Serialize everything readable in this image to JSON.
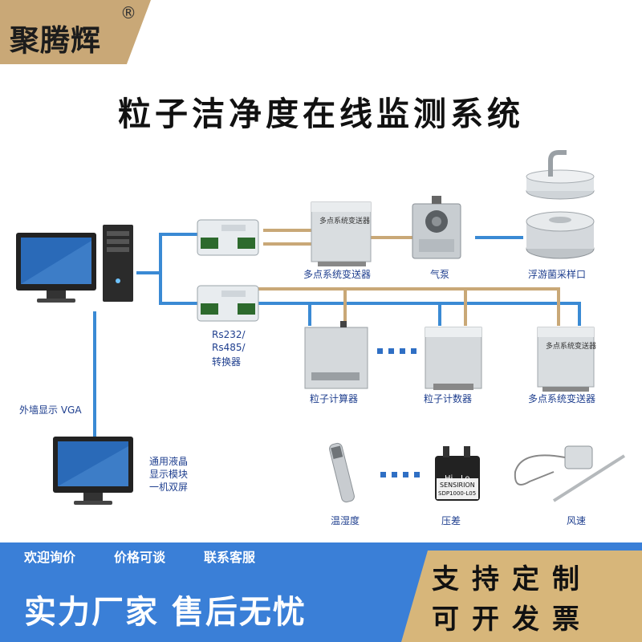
{
  "brand": {
    "name": "聚腾辉",
    "registered_mark": "®"
  },
  "title": "粒子洁净度在线监测系统",
  "labels": {
    "transmitter_top": "多点系统变送器",
    "pump": "气泵",
    "sampler": "浮游菌采样口",
    "converter": [
      "Rs232/",
      "Rs485/",
      "转换器"
    ],
    "particle_calculator": "粒子计算器",
    "particle_counter": "粒子计数器",
    "transmitter_bottom": "多点系统变送器",
    "vga": "外墙显示 VGA",
    "lcd": [
      "通用液晶",
      "显示模块",
      "一机双屏"
    ],
    "humidity": "温湿度",
    "pressure": "压差",
    "wind": "风速"
  },
  "device_text": {
    "box_label": "多点系统变送器",
    "sensor_hi": "Hi",
    "sensor_lo": "Lo",
    "sensor_brand": "SENSIRION",
    "sensor_model": "SDP1000-L05"
  },
  "bottom": {
    "promos": [
      "欢迎询价",
      "价格可谈",
      "联系客服"
    ],
    "slogan": "实力厂家  售后无忧",
    "custom_line1": "支持定制",
    "custom_line2": "可开发票"
  },
  "colors": {
    "blue_line": "#3a8ad4",
    "gold_line": "#c9a877",
    "accent_blue": "#3a7fd7",
    "gold": "#d7b67a"
  }
}
